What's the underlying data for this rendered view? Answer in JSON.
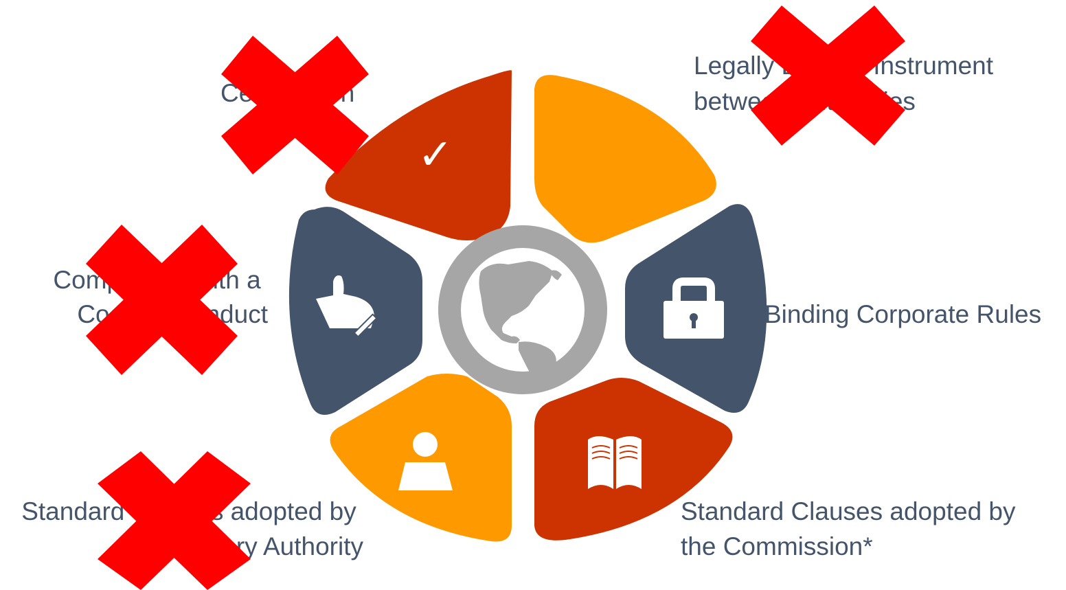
{
  "colors": {
    "dark_orange": "#cc3300",
    "orange": "#ff9900",
    "slate": "#44546a",
    "ring": "#a6a6a6",
    "label": "#44546a",
    "cross": "#ff0000"
  },
  "segments": [
    {
      "name": "certification",
      "color": "#cc3300",
      "icon": "checkmark-icon",
      "crossed": true,
      "label_lines": [
        "Certification"
      ]
    },
    {
      "name": "legally-binding-instrument",
      "color": "#ff9900",
      "icon": "",
      "crossed": true,
      "label_lines": [
        "Legally Binding Instrument",
        "between Authorities"
      ]
    },
    {
      "name": "binding-corporate-rules",
      "color": "#44546a",
      "icon": "padlock-icon",
      "crossed": false,
      "label_lines": [
        "Binding Corporate Rules"
      ]
    },
    {
      "name": "standard-clauses-commission",
      "color": "#cc3300",
      "icon": "open-book-icon",
      "crossed": false,
      "label_lines": [
        "Standard Clauses adopted by",
        "the Commission*"
      ]
    },
    {
      "name": "standard-clauses-authority",
      "color": "#ff9900",
      "icon": "person-icon",
      "crossed": true,
      "label_lines": [
        "Standard Clauses adopted by",
        "Supervisory Authority"
      ]
    },
    {
      "name": "code-of-conduct",
      "color": "#44546a",
      "icon": "thumbs-up-signing-icon",
      "crossed": true,
      "label_lines": [
        "Compliance with a",
        "Code of Conduct"
      ]
    }
  ],
  "center": {
    "icon": "globe-americas-icon"
  }
}
